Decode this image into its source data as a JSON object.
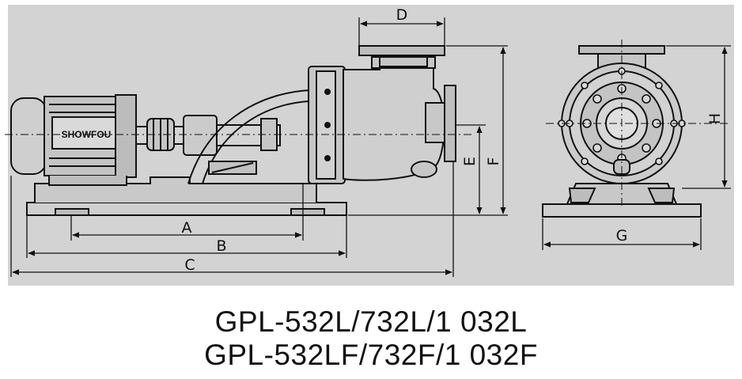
{
  "diagram": {
    "brand_label": "SHOWFOU",
    "dimension_labels": {
      "A": "A",
      "B": "B",
      "C": "C",
      "D": "D",
      "E": "E",
      "F": "F",
      "G": "G",
      "H": "H"
    },
    "colors": {
      "background": "#d3d3d3",
      "line": "#111111",
      "page": "#ffffff"
    }
  },
  "titles": {
    "line1": "GPL-532L/732L/1 032L",
    "line2": "GPL-532LF/732F/1 032F"
  }
}
